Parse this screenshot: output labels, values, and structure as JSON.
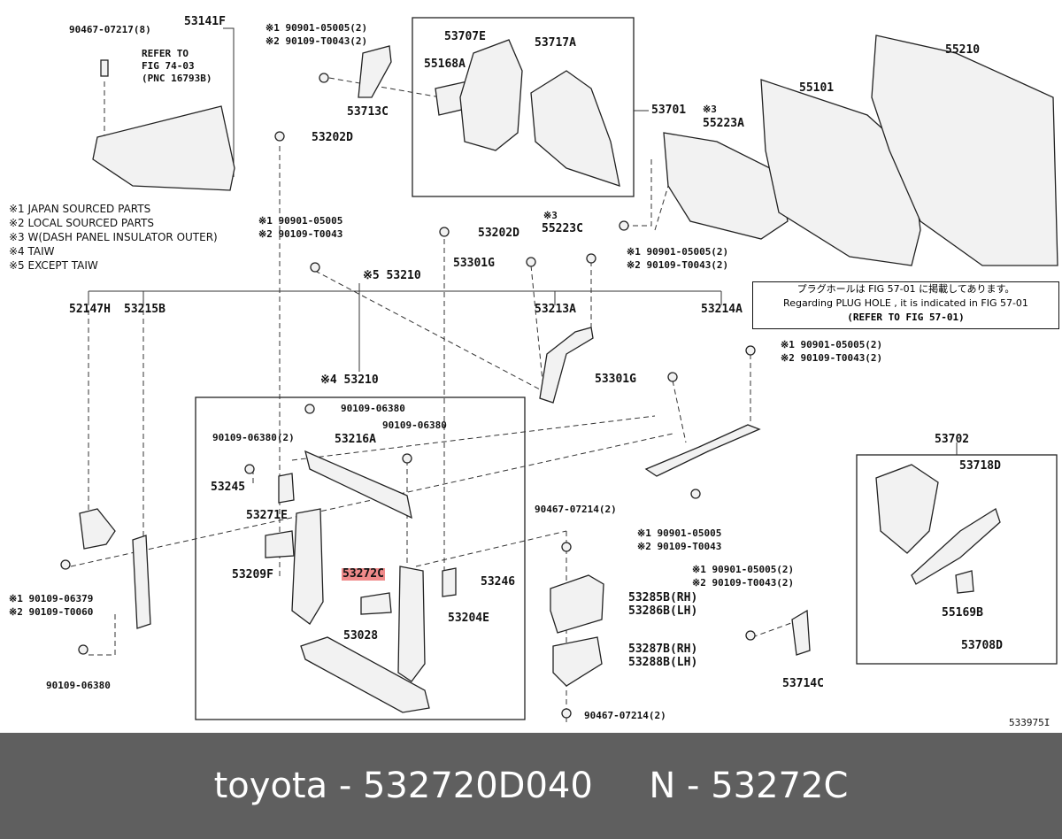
{
  "diagram": {
    "labels": {
      "p90467_07217": "90467-07217(8)",
      "p53141f": "53141F",
      "refer1": "REFER TO",
      "refer2": "FIG 74-03",
      "refer3": "(PNC 16793B)",
      "p53202d_top": "53202D",
      "n1_90901_05005_a": "※1 90901-05005(2)",
      "n2_90109_t0043_a": "※2 90109-T0043(2)",
      "p53713c": "53713C",
      "p53707e": "53707E",
      "p53717a": "53717A",
      "p55168a": "55168A",
      "p53701": "53701",
      "p55210": "55210",
      "p55101": "55101",
      "n3_a": "※3",
      "p55223a": "55223A",
      "n3_b": "※3",
      "p55223c": "55223C",
      "n1_90901_05005_b": "※1 90901-05005",
      "n2_90109_t0043_b": "※2 90109-T0043",
      "p53202d_mid": "53202D",
      "p53301g_a": "53301G",
      "n1_90901_05005_c": "※1 90901-05005(2)",
      "n2_90109_t0043_c": "※2 90109-T0043(2)",
      "n5_53210": "※5 53210",
      "p52147h": "52147H",
      "p53215b": "53215B",
      "p53213a": "53213A",
      "p53214a": "53214A",
      "n1_90901_05005_d": "※1 90901-05005(2)",
      "n2_90109_t0043_d": "※2 90109-T0043(2)",
      "n4_53210": "※4 53210",
      "p53301g_b": "53301G",
      "p90109_06380_a": "90109-06380",
      "p90109_06380_2": "90109-06380(2)",
      "p90109_06380_b": "90109-06380",
      "p53216a": "53216A",
      "p53245": "53245",
      "p53271e": "53271E",
      "p53209f": "53209F",
      "p53272c": "53272C",
      "p53246": "53246",
      "p53204e": "53204E",
      "p53028": "53028",
      "p90467_07214_a": "90467-07214(2)",
      "n1_90901_05005_e": "※1 90901-05005",
      "n2_90109_t0043_e": "※2 90109-T0043",
      "p53285b": "53285B(RH)",
      "p53286b": "53286B(LH)",
      "p53287b": "53287B(RH)",
      "p53288b": "53288B(LH)",
      "p90467_07214_b": "90467-07214(2)",
      "n1_90901_05005_f": "※1 90901-05005(2)",
      "n2_90109_t0043_f": "※2 90109-T0043(2)",
      "p53714c": "53714C",
      "p53702": "53702",
      "p53718d": "53718D",
      "p55169b": "55169B",
      "p53708d": "53708D",
      "n1_90109_06379": "※1 90109-06379",
      "n2_90109_t0060": "※2 90109-T0060",
      "p90109_06380_c": "90109-06380",
      "fig_id": "533975I"
    },
    "notes": [
      "※1 JAPAN SOURCED PARTS",
      "※2 LOCAL SOURCED PARTS",
      "※3 W(DASH PANEL INSULATOR OUTER)",
      "※4 TAIW",
      "※5 EXCEPT TAIW"
    ],
    "plug_note": {
      "jp": "プラグホールは FIG 57-01 に掲載してあります。",
      "en": "Regarding PLUG HOLE , it is indicated in FIG 57-01",
      "ref": "(REFER TO FIG 57-01)"
    },
    "highlight_color": "#f08a8a"
  },
  "footer": {
    "brand": "toyota",
    "sep1": " - ",
    "part_number": "532720D040",
    "gap": "     ",
    "n_label": "N",
    "sep2": " - ",
    "pnc": "53272C",
    "background": "#5f5f5f",
    "text_color": "#ffffff"
  }
}
